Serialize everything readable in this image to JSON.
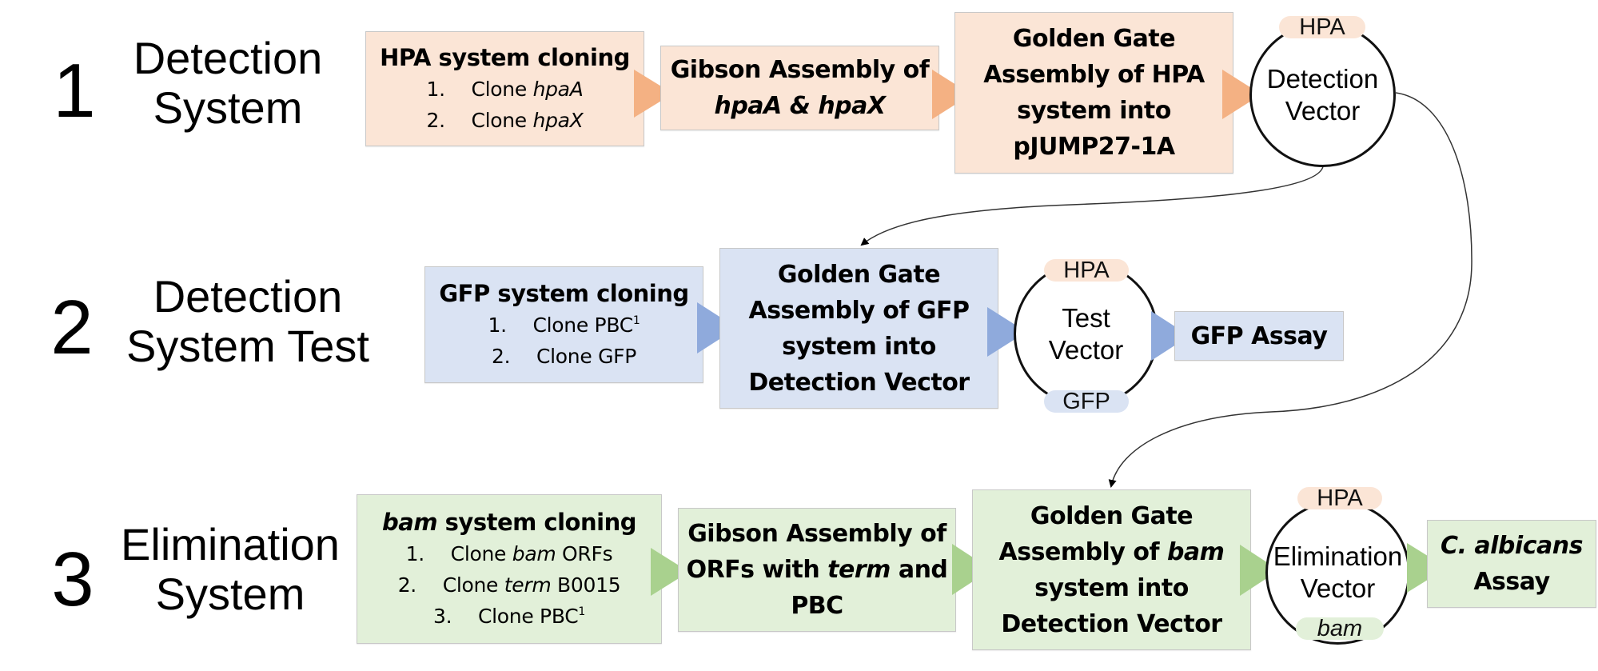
{
  "rows": [
    {
      "number": "1",
      "title_line1": "Detection",
      "title_line2": "System",
      "color": "#fbe5d6",
      "arrow_color": "#f4b183",
      "step1": {
        "heading": "HPA system cloning",
        "items": [
          {
            "num": "1.",
            "text": "Clone ",
            "italic": "hpaA",
            "sup": ""
          },
          {
            "num": "2.",
            "text": "Clone ",
            "italic": "hpaX",
            "sup": ""
          }
        ]
      },
      "step2": {
        "line1": "Gibson Assembly of",
        "line2": "hpaA & hpaX"
      },
      "step3": {
        "line1": "Golden Gate",
        "line2": "Assembly of HPA",
        "line3": "system into",
        "line4": "pJUMP27-1A"
      },
      "vector": {
        "line1": "Detection",
        "line2": "Vector",
        "top_tag": "HPA"
      }
    },
    {
      "number": "2",
      "title_line1": "Detection",
      "title_line2": "System Test",
      "color": "#dae3f3",
      "arrow_color": "#8faadc",
      "step1": {
        "heading": "GFP system cloning",
        "items": [
          {
            "num": "1.",
            "text": "Clone PBC",
            "italic": "",
            "sup": "1"
          },
          {
            "num": "2.",
            "text": "Clone GFP",
            "italic": "",
            "sup": ""
          }
        ]
      },
      "step2": {
        "line1": "Golden Gate",
        "line2": "Assembly of GFP",
        "line3": "system into",
        "line4": "Detection Vector"
      },
      "vector": {
        "line1": "Test",
        "line2": "Vector",
        "top_tag": "HPA",
        "bottom_tag": "GFP"
      },
      "assay": {
        "label": "GFP Assay"
      }
    },
    {
      "number": "3",
      "title_line1": "Elimination",
      "title_line2": "System",
      "color": "#e2f0d9",
      "arrow_color": "#a9d18e",
      "step1": {
        "heading_italic": "bam",
        "heading_rest": " system cloning",
        "items": [
          {
            "num": "1.",
            "pre": "Clone ",
            "italic": "bam",
            "post": " ORFs",
            "sup": ""
          },
          {
            "num": "2.",
            "pre": "Clone ",
            "italic": "term",
            "post": " B0015",
            "sup": ""
          },
          {
            "num": "3.",
            "pre": "Clone PBC",
            "italic": "",
            "post": "",
            "sup": "1"
          }
        ]
      },
      "step2": {
        "line1": "Gibson Assembly of",
        "line2_pre": "ORFs with ",
        "line2_italic": "term",
        "line2_post": " and",
        "line3": "PBC"
      },
      "step3": {
        "line1": "Golden Gate",
        "line2_pre": "Assembly of ",
        "line2_italic": "bam",
        "line3": "system into",
        "line4": "Detection Vector"
      },
      "vector": {
        "line1": "Elimination",
        "line2": "Vector",
        "top_tag": "HPA",
        "bottom_tag": "bam"
      },
      "assay": {
        "line1": "C. albicans",
        "line2": "Assay"
      }
    }
  ],
  "connectors": [
    {
      "from": "Detection Vector",
      "to": "Golden Gate Assembly of GFP system into Detection Vector"
    },
    {
      "from": "Detection Vector",
      "to": "Golden Gate Assembly of bam system into Detection Vector"
    }
  ]
}
